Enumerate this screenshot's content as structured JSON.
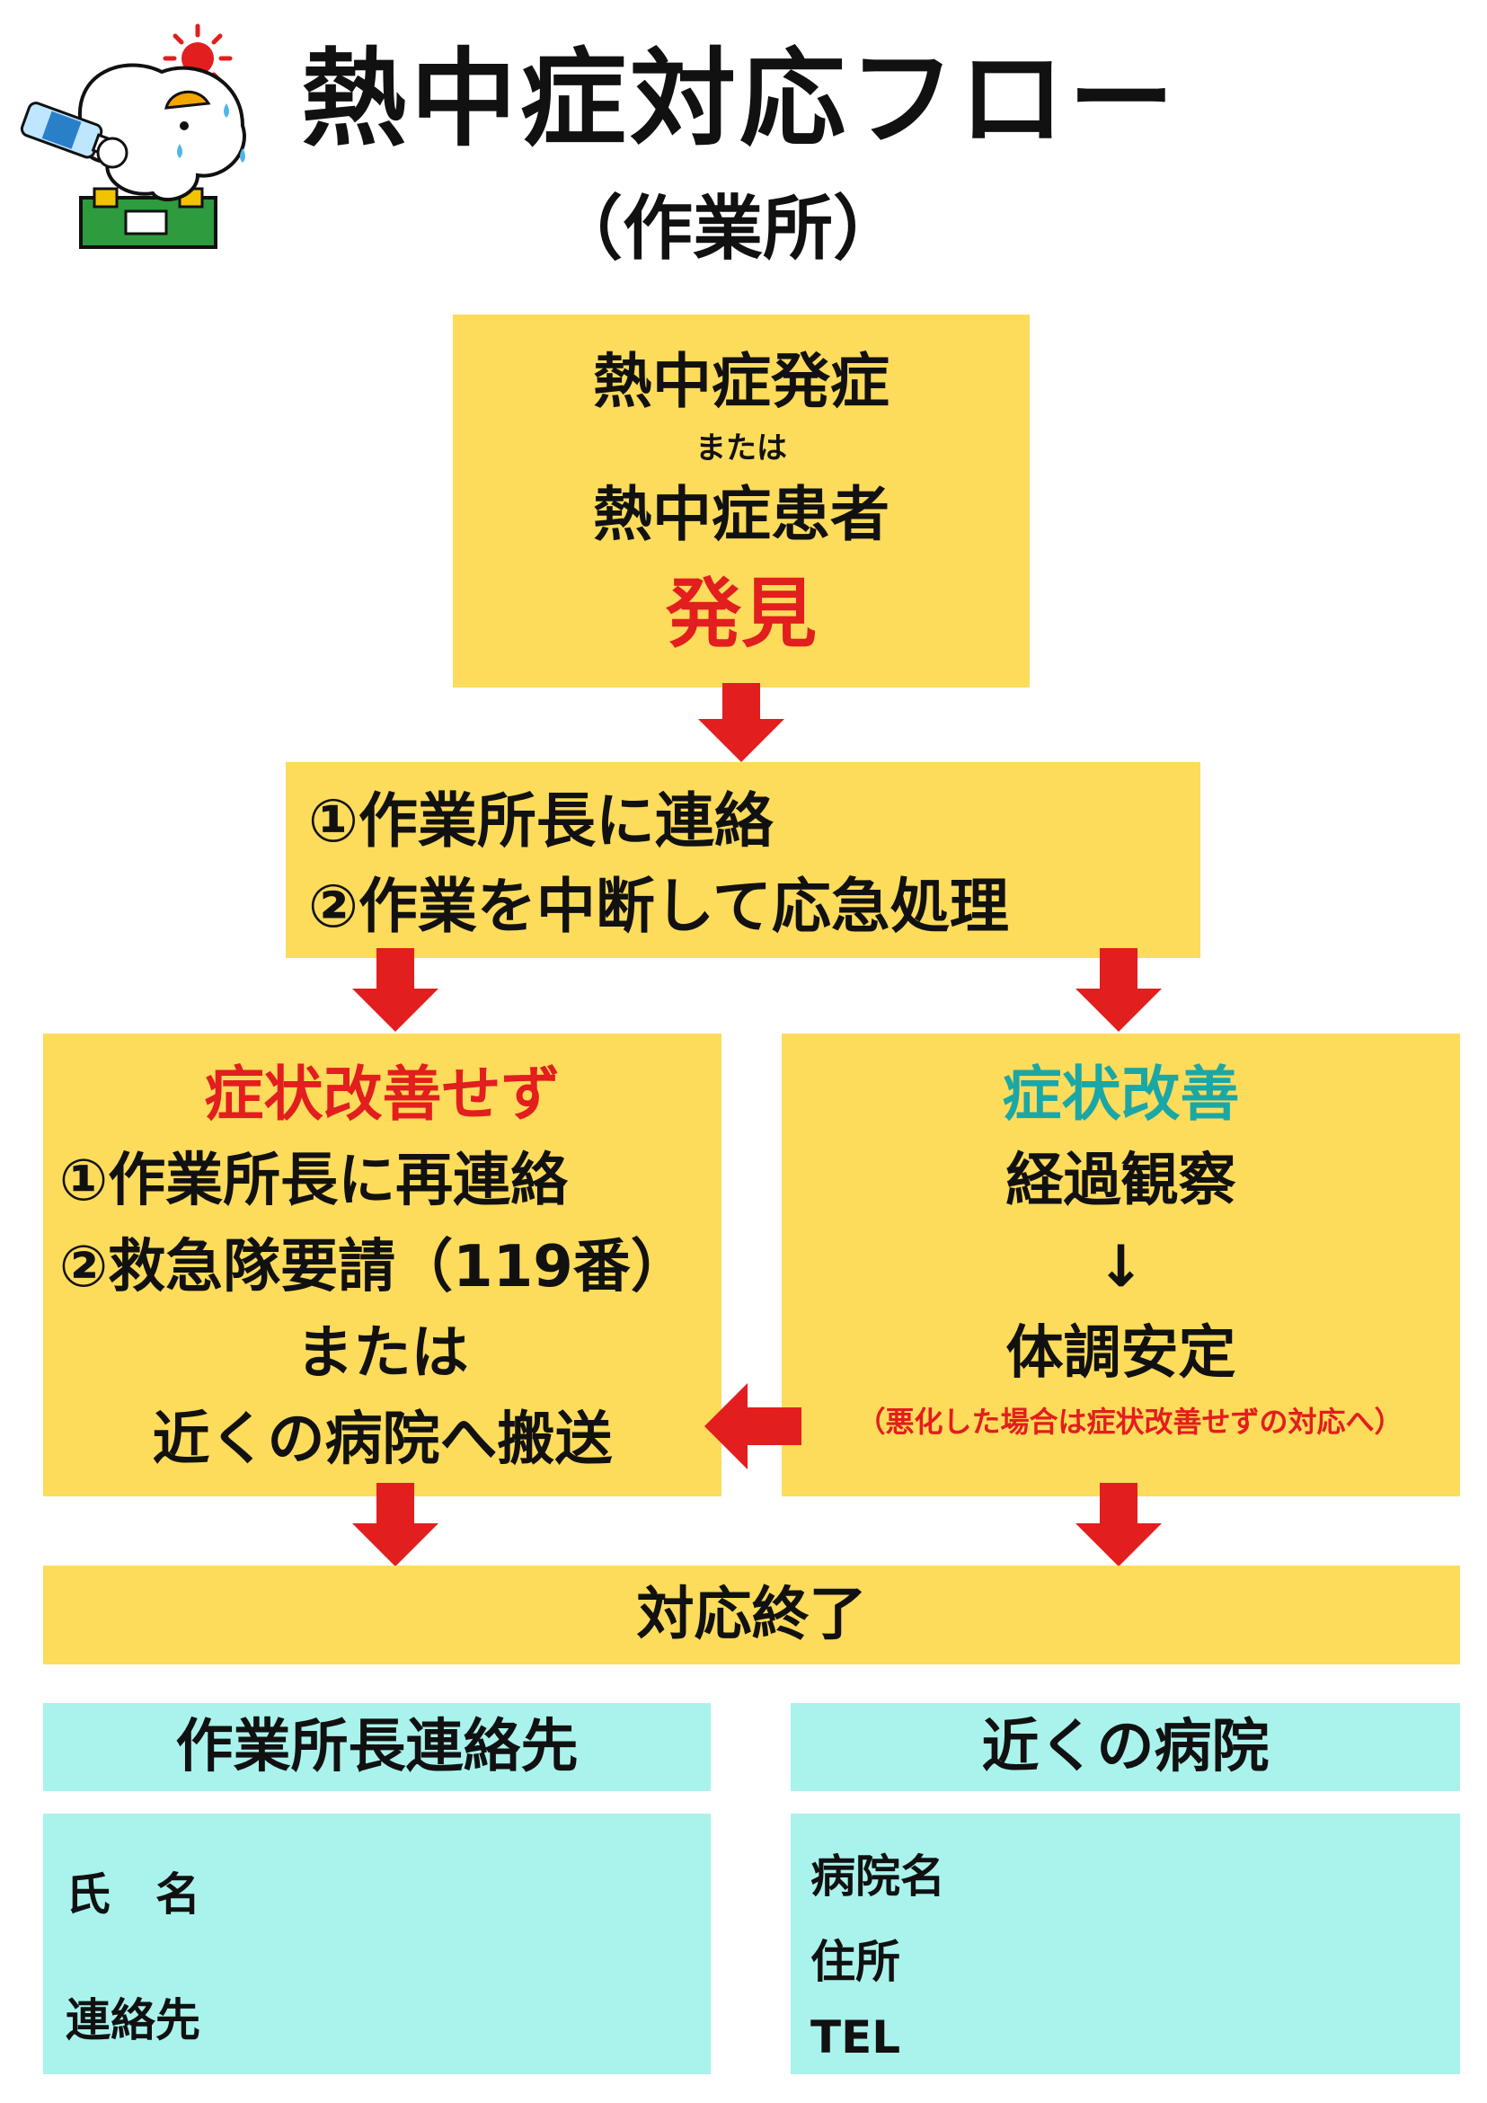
{
  "header": {
    "title": "熱中症対応フロー",
    "subtitle": "（作業所）"
  },
  "colors": {
    "box_yellow": "#fddb5b",
    "box_cyan": "#a9f3ec",
    "arrow_red": "#e21e1e",
    "text_red": "#e21e1e",
    "text_teal": "#1aa7a6"
  },
  "flow": {
    "discovery": {
      "line1": "熱中症発症",
      "or": "または",
      "line2": "熱中症患者",
      "found": "発見"
    },
    "first_action": {
      "line1": "①作業所長に連絡",
      "line2": "②作業を中断して応急処理"
    },
    "not_improved": {
      "heading": "症状改善せず",
      "line1": "①作業所長に再連絡",
      "line2": "②救急隊要請（119番）",
      "or": "または",
      "line3": "近くの病院へ搬送"
    },
    "improved": {
      "heading": "症状改善",
      "line1": "経過観察",
      "arrow": "↓",
      "line2": "体調安定",
      "note": "（悪化した場合は症状改善せずの対応へ）"
    },
    "end": "対応終了"
  },
  "contacts": {
    "manager": {
      "header": "作業所長連絡先",
      "name_label": "氏　名",
      "contact_label": "連絡先"
    },
    "hospital": {
      "header": "近くの病院",
      "name_label": "病院名",
      "address_label": "住所",
      "tel_label": "TEL"
    }
  },
  "icons": {
    "mascot": "mascot-drinking-water-icon",
    "sun": "sun-icon"
  }
}
